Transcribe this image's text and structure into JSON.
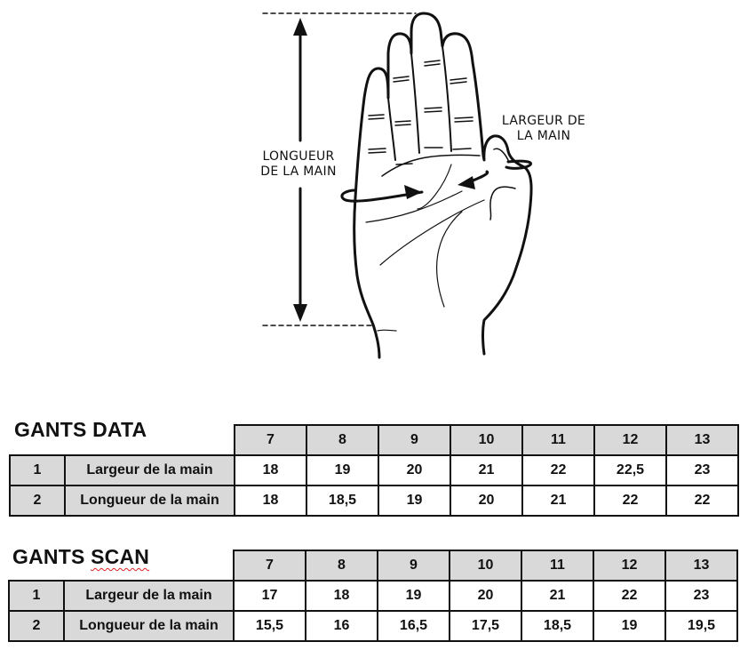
{
  "illustration": {
    "icon": "hand-measurement-diagram",
    "length_label": "LONGUEUR\nDE LA MAIN",
    "length_label_lines": [
      "LONGUEUR",
      "DE LA MAIN"
    ],
    "width_label_lines": [
      "LARGEUR DE",
      "LA MAIN"
    ]
  },
  "tables": [
    {
      "title": "GANTS DATA",
      "sizes": [
        "7",
        "8",
        "9",
        "10",
        "11",
        "12",
        "13"
      ],
      "rows": [
        {
          "index": "1",
          "label": "Largeur de la main",
          "values": [
            "18",
            "19",
            "20",
            "21",
            "22",
            "22,5",
            "23"
          ]
        },
        {
          "index": "2",
          "label": "Longueur de la main",
          "values": [
            "18",
            "18,5",
            "19",
            "20",
            "21",
            "22",
            "22"
          ]
        }
      ]
    },
    {
      "title_part1": "GANTS ",
      "title_part2": "SCAN",
      "sizes": [
        "7",
        "8",
        "9",
        "10",
        "11",
        "12",
        "13"
      ],
      "rows": [
        {
          "index": "1",
          "label": "Largeur de la main",
          "values": [
            "17",
            "18",
            "19",
            "20",
            "21",
            "22",
            "23"
          ]
        },
        {
          "index": "2",
          "label": "Longueur de la main",
          "values": [
            "15,5",
            "16",
            "16,5",
            "17,5",
            "18,5",
            "19",
            "19,5"
          ]
        }
      ]
    }
  ]
}
